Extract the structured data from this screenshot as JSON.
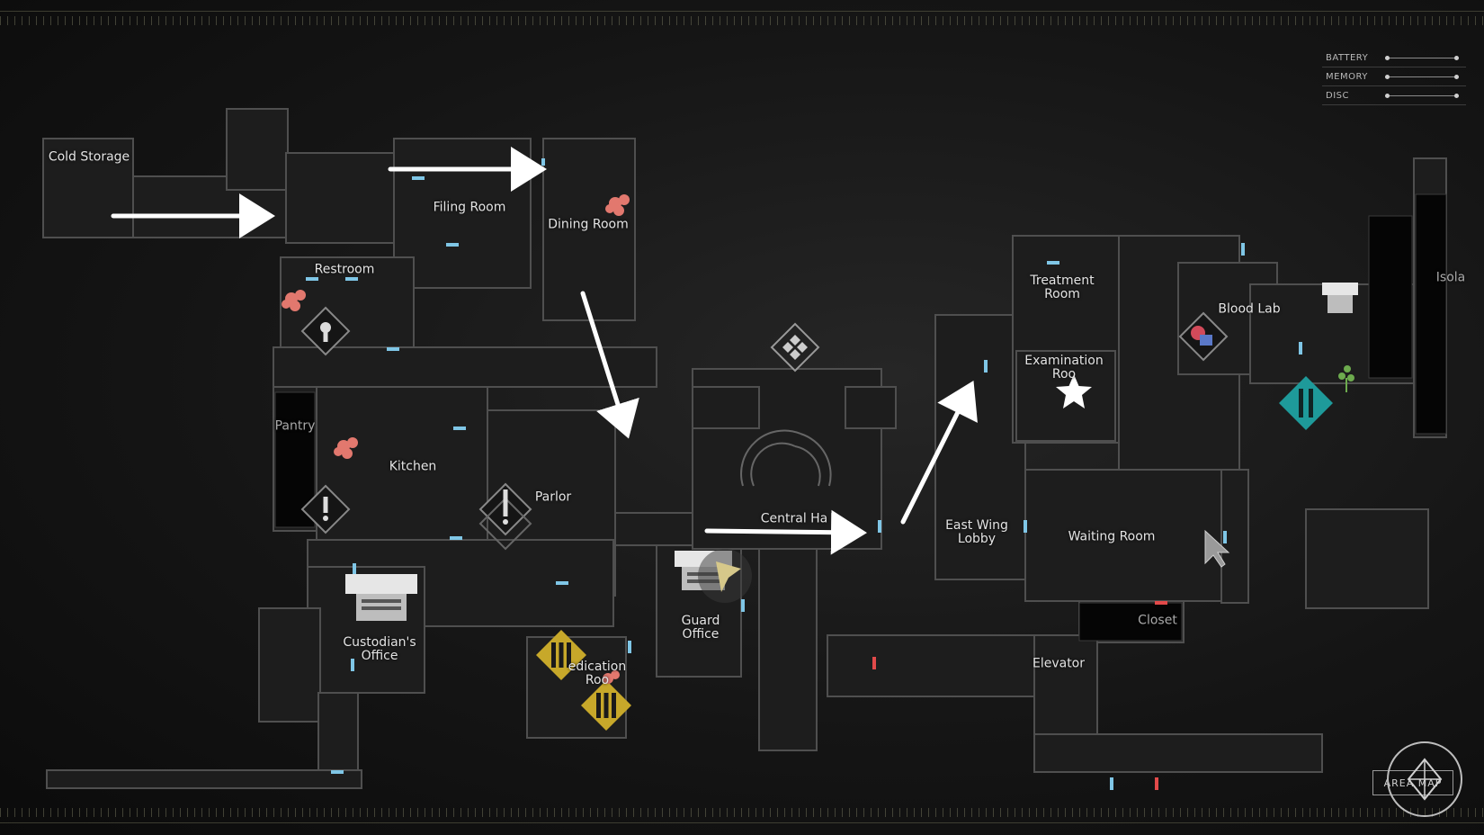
{
  "status_panel": {
    "battery_label": "BATTERY",
    "memory_label": "MEMORY",
    "disc_label": "DISC"
  },
  "rooms": {
    "cold_storage": "Cold Storage",
    "filing_room": "Filing Room",
    "dining_room": "Dining Room",
    "restroom": "Restroom",
    "pantry": "Pantry",
    "kitchen": "Kitchen",
    "parlor": "Parlor",
    "central_hall": "Central Ha",
    "guard_office": "Guard\nOffice",
    "custodians_office": "Custodian's\nOffice",
    "medication_room": "edication\nRoo",
    "treatment_room": "Treatment\nRoom",
    "examination_room": "Examination\nRoo",
    "blood_lab": "Blood Lab",
    "isolation": "Isola",
    "east_wing_lobby": "East Wing\nLobby",
    "waiting_room": "Waiting Room",
    "closet": "Closet",
    "elevator": "Elevator"
  },
  "area_map_button": "AREA MAP",
  "colors": {
    "door": "#7fc6e6",
    "locked_door": "#e24a4a",
    "gold_marker": "#c7a82a",
    "teal_marker": "#1e9a9a",
    "wall": "#4d4d4d",
    "floor": "#1e1e1e",
    "arrow": "#ffffff"
  },
  "icons": {
    "key_marker": "keyhole-diamond-icon",
    "alert_marker": "exclamation-diamond-icon",
    "gold_marker": "striped-diamond-icon",
    "teal_marker": "striped-diamond-icon",
    "objective": "star-icon",
    "save_point": "typewriter-icon",
    "player": "arrow-cursor-icon",
    "item": "herb-icon",
    "compass": "compass-icon"
  }
}
